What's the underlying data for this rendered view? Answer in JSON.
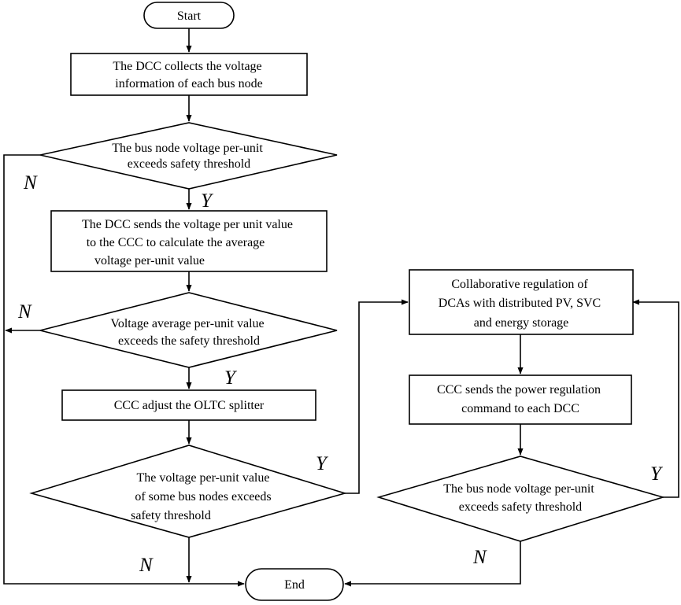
{
  "flowchart": {
    "start": "Start",
    "end": "End",
    "collect_voltage": [
      "The DCC collects the voltage",
      "information of each bus node"
    ],
    "decision_node_exceeds": [
      "The bus node voltage per-unit",
      "exceeds safety threshold"
    ],
    "send_to_ccc": [
      "The DCC sends the voltage per unit value",
      "to the CCC to calculate the average",
      "voltage per-unit value"
    ],
    "decision_average_exceeds": [
      "Voltage average per-unit value",
      "exceeds the safety threshold"
    ],
    "adjust_oltc": "CCC adjust the OLTC splitter",
    "decision_some_nodes": [
      "The voltage per-unit value",
      "of some bus nodes exceeds",
      "safety threshold"
    ],
    "collaborative_regulation": [
      "Collaborative regulation of",
      "DCAs with distributed PV, SVC",
      "and energy storage"
    ],
    "send_command": [
      "CCC sends the power regulation",
      "command to each DCC"
    ],
    "decision_node_exceeds_2": [
      "The bus node voltage per-unit",
      "exceeds safety threshold"
    ]
  },
  "labels": {
    "yes": "Y",
    "no": "N"
  }
}
